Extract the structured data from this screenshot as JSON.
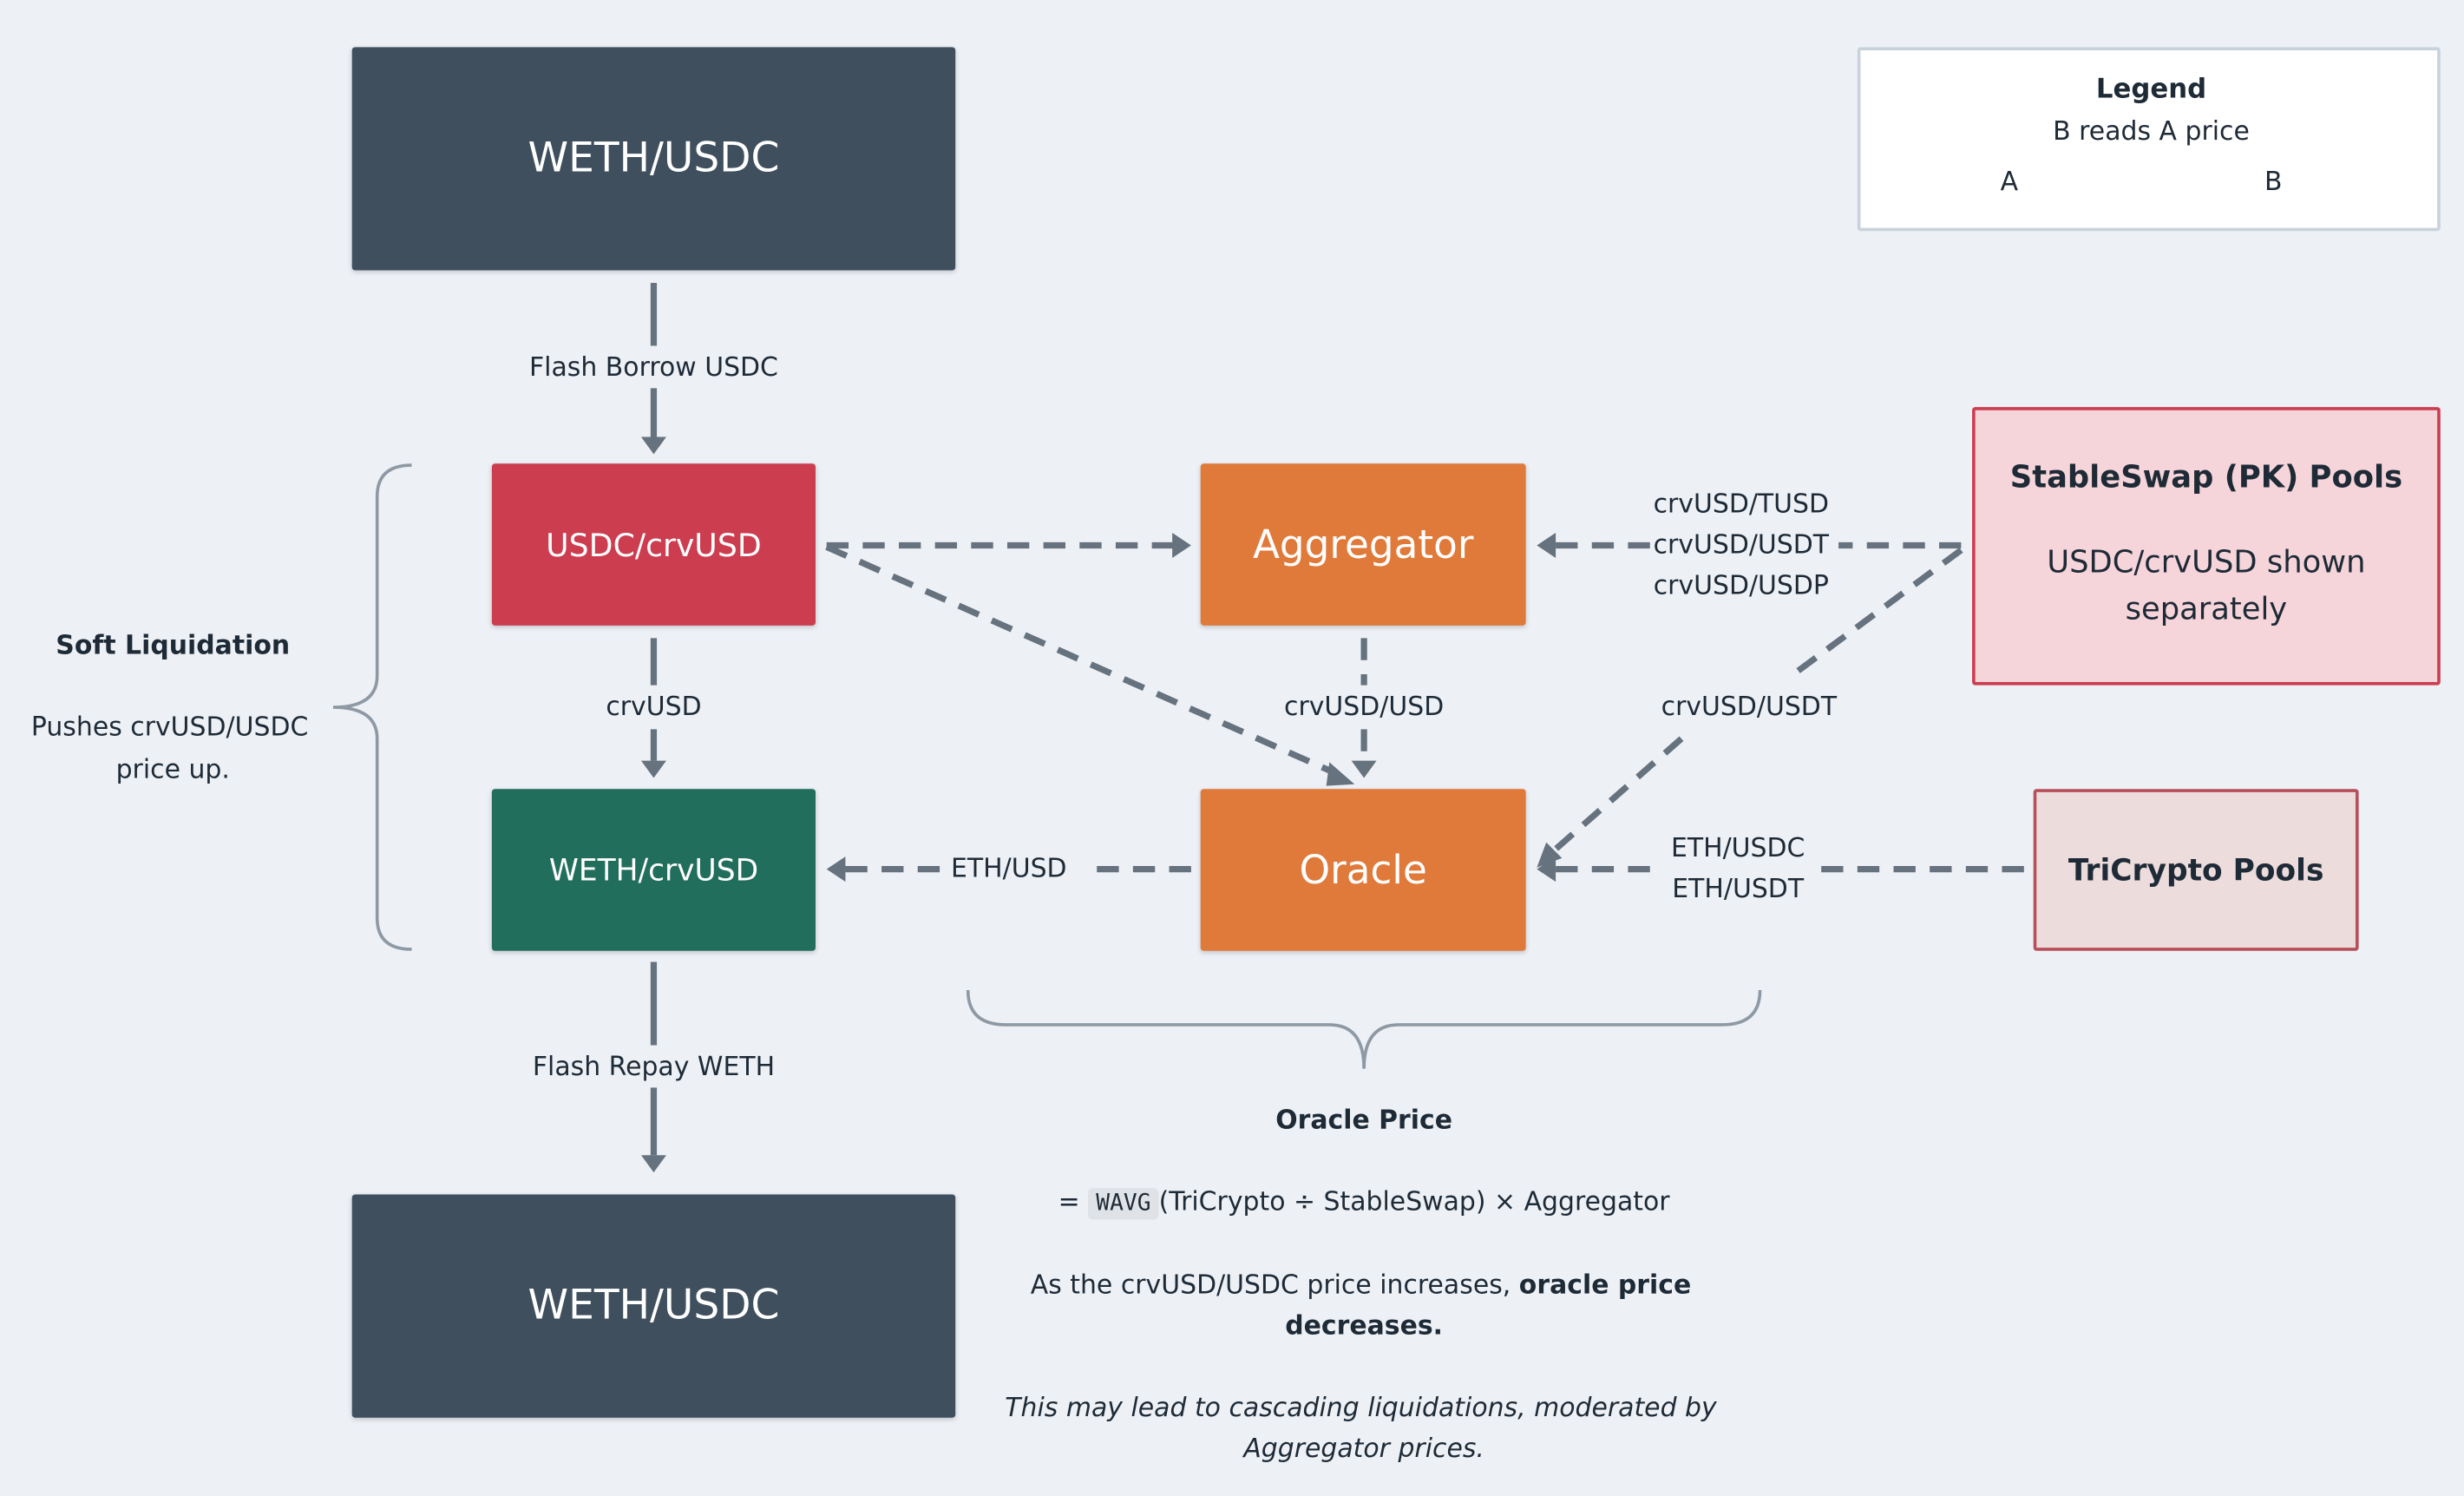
{
  "nodes": {
    "weth_usdc_top": "WETH/USDC",
    "usdc_crvusd": "USDC/crvUSD",
    "weth_crvusd": "WETH/crvUSD",
    "aggregator": "Aggregator",
    "oracle": "Oracle",
    "weth_usdc_bottom": "WETH/USDC",
    "stableswap_title": "StableSwap (PK) Pools",
    "stableswap_note_line1": "USDC/crvUSD shown",
    "stableswap_note_line2": "separately",
    "tricrypto": "TriCrypto Pools"
  },
  "edges": {
    "flash_borrow": "Flash Borrow USDC",
    "crvusd": "crvUSD",
    "flash_repay": "Flash Repay WETH",
    "crvusd_usd": "crvUSD/USD",
    "eth_usd": "ETH/USD",
    "stable_to_agg_line1": "crvUSD/TUSD",
    "stable_to_agg_line2": "crvUSD/USDT",
    "stable_to_agg_line3": "crvUSD/USDP",
    "stable_to_oracle": "crvUSD/USDT",
    "tri_to_oracle_line1": "ETH/USDC",
    "tri_to_oracle_line2": "ETH/USDT"
  },
  "legend": {
    "title": "Legend",
    "caption": "B reads A price",
    "from": "A",
    "to": "B"
  },
  "soft_liquidation": {
    "title": "Soft Liquidation",
    "line1": "Pushes crvUSD/USDC",
    "line2": "price up."
  },
  "oracle_price": {
    "title": "Oracle Price",
    "eq_prefix": "=",
    "func": "WAVG",
    "formula": "(TriCrypto ÷ StableSwap) × Aggregator",
    "note_part1": "As the crvUSD/USDC price increases,",
    "note_bold_part1": "oracle price",
    "note_bold_part2": "decreases.",
    "italic_line1": "This may lead to cascading liquidations, moderated by",
    "italic_line2": "Aggregator prices."
  },
  "colors": {
    "dark_node": "#3f4f5e",
    "red_node": "#cc3d50",
    "green_node": "#226e5d",
    "orange_node": "#e07a3b",
    "connector": "#66727e",
    "background": "#edf1f6"
  }
}
